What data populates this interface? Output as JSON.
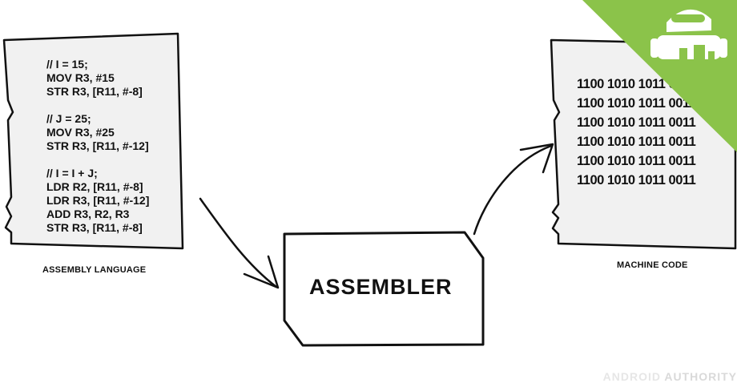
{
  "assembly": {
    "lines": [
      "// I = 15;",
      "MOV R3, #15",
      "STR R3, [R11, #-8]",
      "",
      "// J = 25;",
      "MOV R3, #25",
      "STR R3, [R11, #-12]",
      "",
      "// I = I + J;",
      "LDR R2, [R11, #-8]",
      "LDR R3, [R11, #-12]",
      "ADD R3, R2, R3",
      "STR R3, [R11, #-8]"
    ],
    "caption": "ASSEMBLY LANGUAGE"
  },
  "assembler": {
    "label": "ASSEMBLER"
  },
  "machine": {
    "lines": [
      "1100 1010 1011 0011",
      "1100 1010 1011 0011",
      "1100 1010 1011 0011",
      "1100 1010 1011 0011",
      "1100 1010 1011 0011",
      "1100 1010 1011 0011"
    ],
    "caption": "MACHINE CODE"
  },
  "watermark": {
    "part1": "ANDROID ",
    "part2": "AUTHORITY"
  },
  "colors": {
    "corner_banner": "#8bc34a",
    "ink": "#111111"
  },
  "icons": {
    "corner": "android-robot-icon"
  }
}
